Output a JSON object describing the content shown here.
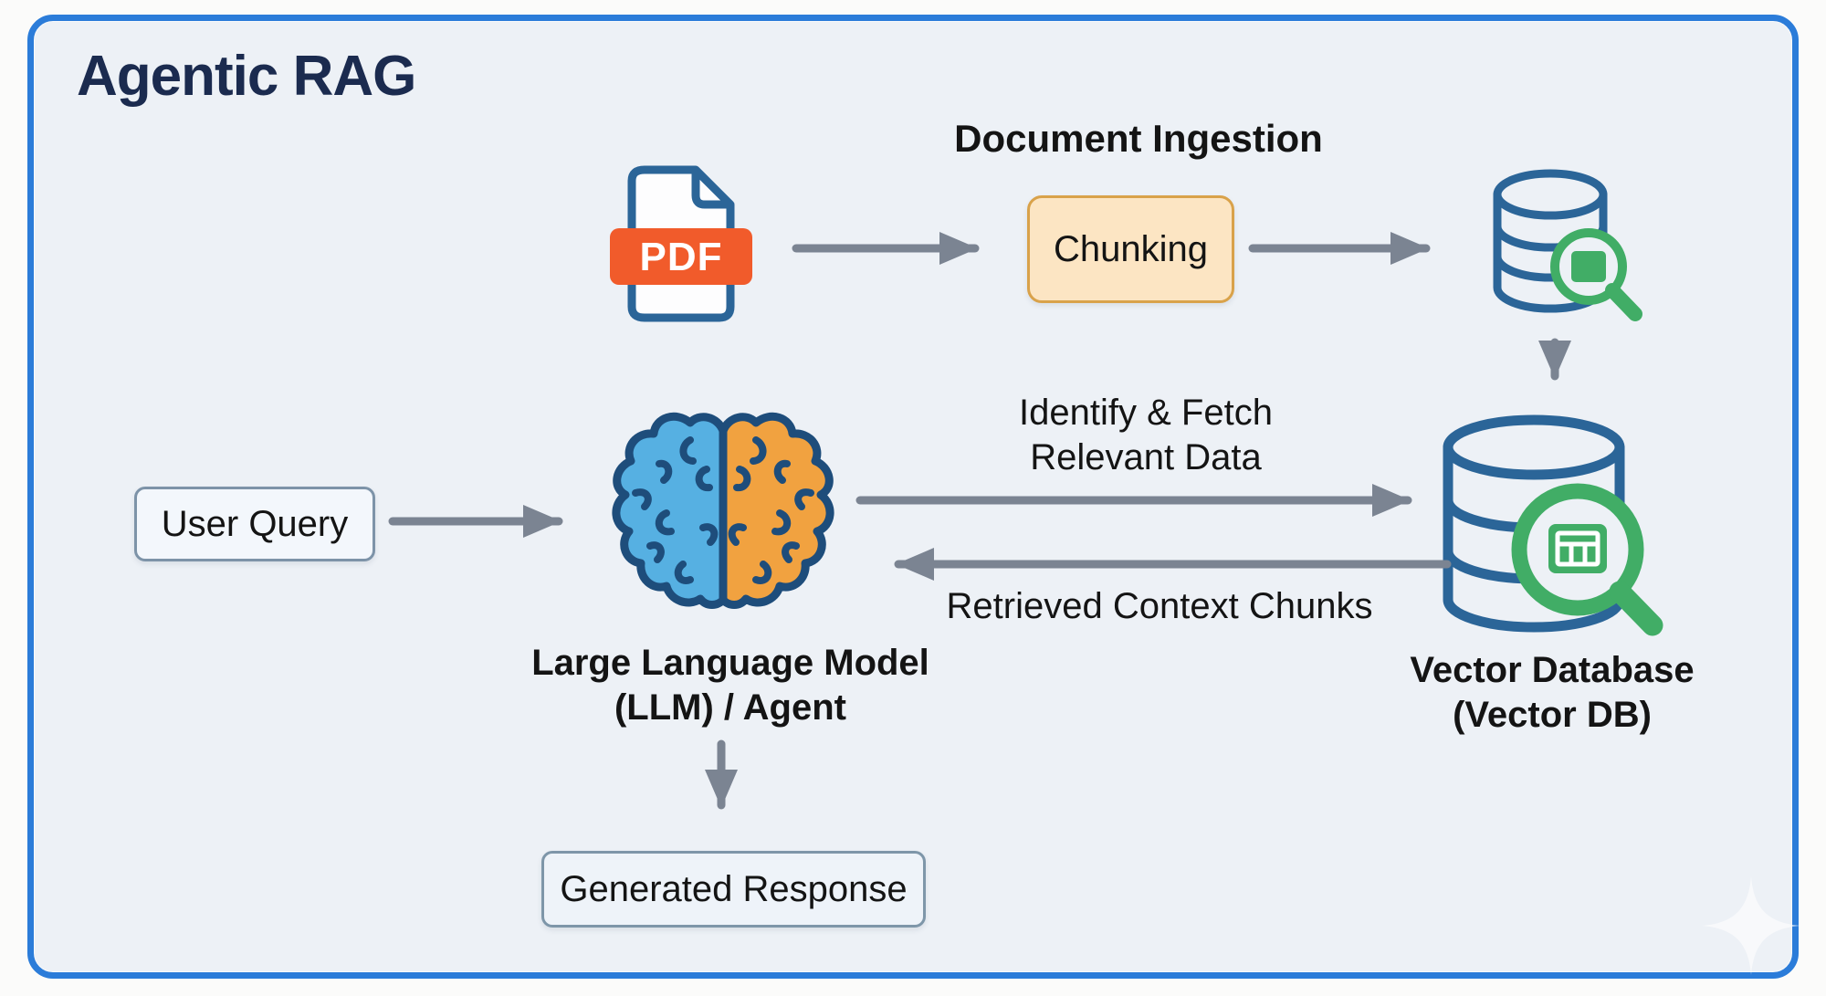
{
  "title": "Agentic RAG",
  "ingestion": {
    "heading": "Document Ingestion",
    "pdf_badge": "PDF",
    "chunking_label": "Chunking"
  },
  "nodes": {
    "user_query": "User Query",
    "llm_line1": "Large Language Model",
    "llm_line2": "(LLM) / Agent",
    "vector_db_line1": "Vector Database",
    "vector_db_line2": "(Vector DB)",
    "generated_response": "Generated Response"
  },
  "flows": {
    "identify_line1": "Identify & Fetch",
    "identify_line2": "Relevant Data",
    "retrieved": "Retrieved Context Chunks"
  },
  "colors": {
    "frame_border": "#2b7cd9",
    "panel_background": "#edf1f6",
    "title_text": "#1b2b4f",
    "body_text": "#141414",
    "arrow_gray": "#7b8492",
    "chunking_fill": "#fce5c3",
    "chunking_border": "#d9a24a",
    "pdf_orange": "#f15b2b",
    "database_blue": "#2b6598",
    "magnifier_green": "#41ad66",
    "brain_left_blue": "#56b0e2",
    "brain_right_orange": "#f1a240",
    "brain_outline": "#1e4d7b",
    "user_box_fill": "#f3f7fc",
    "user_box_border": "#7d93a8"
  }
}
